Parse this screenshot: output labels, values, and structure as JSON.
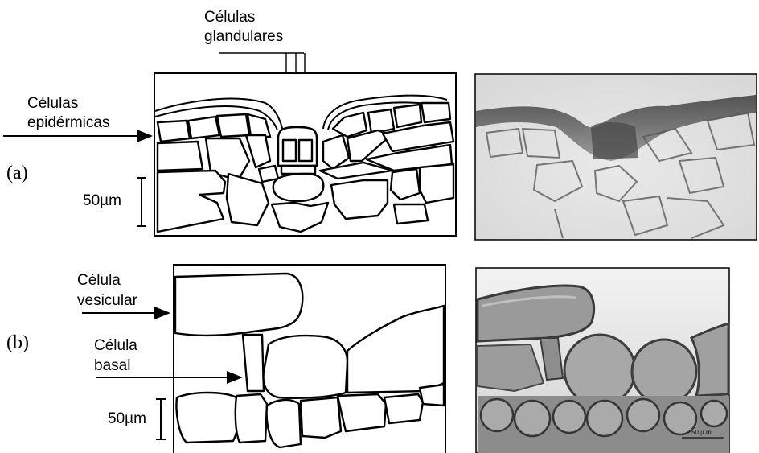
{
  "panel_a": {
    "label": "(a)",
    "glandular_label_line1": "Células",
    "glandular_label_line2": "glandulares",
    "epidermal_label_line1": "Células",
    "epidermal_label_line2": "epidérmicas",
    "scale_label": "50µm"
  },
  "panel_b": {
    "label": "(b)",
    "vesicular_label_line1": "Célula",
    "vesicular_label_line2": "vesicular",
    "basal_label_line1": "Célula",
    "basal_label_line2": "basal",
    "scale_label": "50µm",
    "photo_scale_label": "50 µ m"
  }
}
